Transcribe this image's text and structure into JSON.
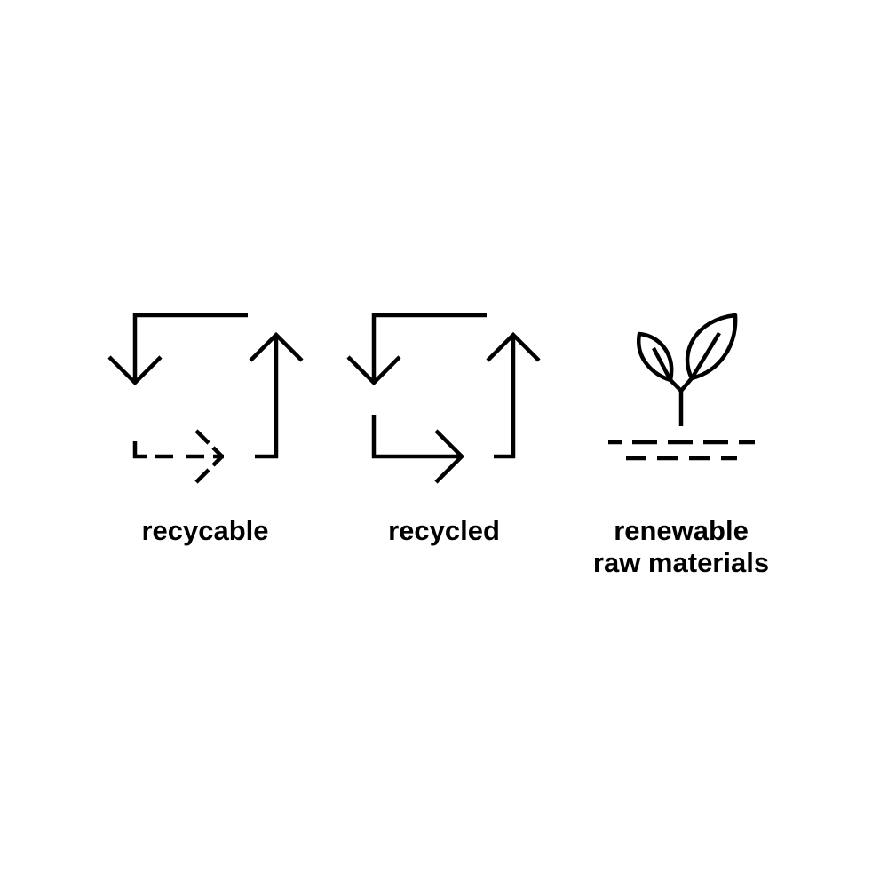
{
  "colors": {
    "background": "#ffffff",
    "foreground": "#000000"
  },
  "items": [
    {
      "label": "recycable",
      "icon": "recycable-icon"
    },
    {
      "label": "recycled",
      "icon": "recycled-icon"
    },
    {
      "label_lines": [
        "renewable",
        "raw materials"
      ],
      "icon": "sprout-icon"
    }
  ]
}
